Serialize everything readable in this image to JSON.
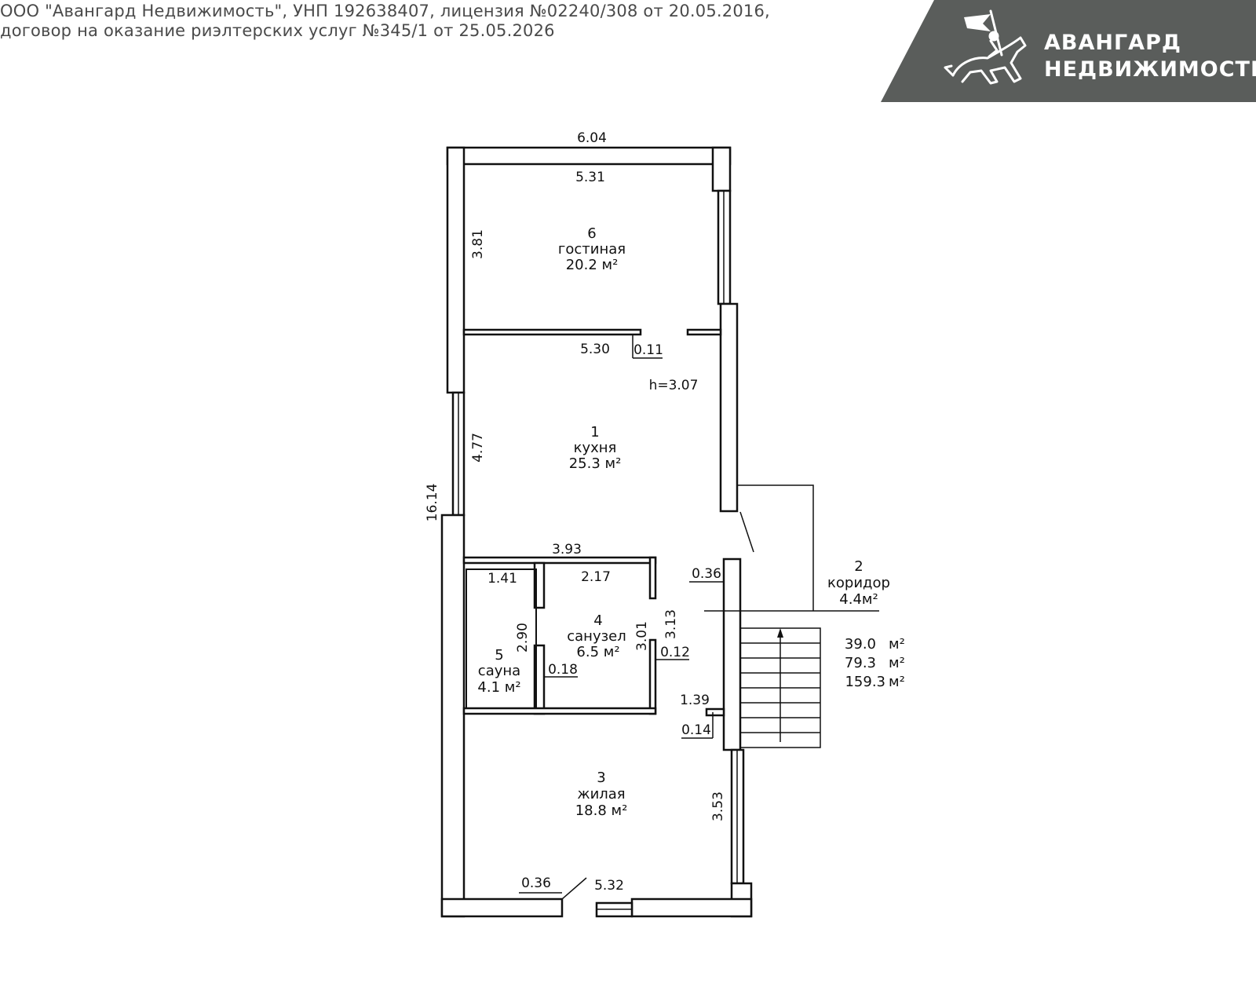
{
  "header": {
    "line1": "ООО \"Авангард Недвижимость\", УНП 192638407, лицензия №02240/308 от 20.05.2016,",
    "line2": "договор на оказание риэлтерских услуг №345/1 от 25.05.2026"
  },
  "logo": {
    "line1": "АВАНГАРД",
    "line2": "НЕДВИЖИМОСТЬ",
    "icon": "knight-on-horse-icon",
    "bg_color": "#5a5d5b"
  },
  "rooms": [
    {
      "number": "6",
      "name": "гостиная",
      "area": "20.2 м²"
    },
    {
      "number": "1",
      "name": "кухня",
      "area": "25.3 м²"
    },
    {
      "number": "2",
      "name": "коридор",
      "area": "4.4м²"
    },
    {
      "number": "4",
      "name": "санузел",
      "area": "6.5 м²"
    },
    {
      "number": "5",
      "name": "сауна",
      "area": "4.1 м²"
    },
    {
      "number": "3",
      "name": "жилая",
      "area": "18.8 м²"
    }
  ],
  "dimensions": {
    "top_outer": "6.04",
    "top_inner": "5.31",
    "left_living": "3.81",
    "partition_width": "5.30",
    "partition_thickness": "0.11",
    "height": "h=3.07",
    "left_kitchen": "4.77",
    "total_length": "16.14",
    "bath_block": "3.93",
    "sauna_width": "1.41",
    "wc_width": "2.17",
    "corridor_wall": "0.36",
    "sauna_depth": "2.90",
    "wc_depth_inner": "3.01",
    "wc_depth_outer": "3.13",
    "wc_wall": "0.12",
    "sauna_wall": "0.18",
    "door_width": "1.39",
    "door_wall": "0.14",
    "right_bedroom": "3.53",
    "bottom_wall": "0.36",
    "bottom_inner": "5.32"
  },
  "totals": [
    {
      "value": "39.0",
      "unit": "м²"
    },
    {
      "value": "79.3",
      "unit": "м²"
    },
    {
      "value": "159.3",
      "unit": "м²"
    }
  ]
}
